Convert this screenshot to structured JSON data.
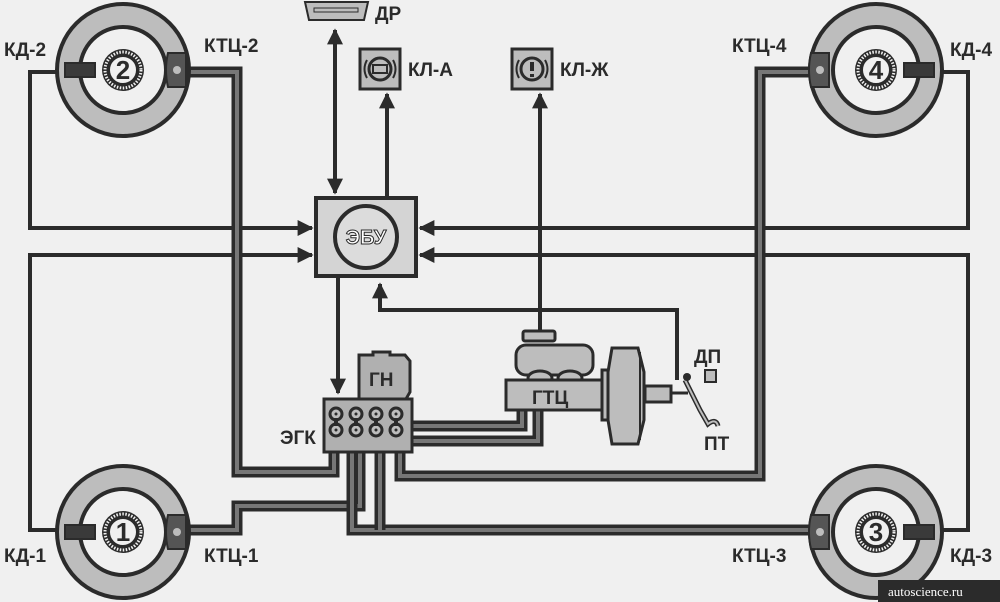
{
  "labels": {
    "kd1": "КД-1",
    "kd2": "КД-2",
    "kd3": "КД-3",
    "kd4": "КД-4",
    "ktc1": "КТЦ-1",
    "ktc2": "КТЦ-2",
    "ktc3": "КТЦ-3",
    "ktc4": "КТЦ-4",
    "dr": "ДР",
    "kla": "КЛ-А",
    "klzh": "КЛ-Ж",
    "ebu": "ЭБУ",
    "gn": "ГН",
    "egk": "ЭГК",
    "gtc": "ГТЦ",
    "dp": "ДП",
    "pt": "ПТ"
  },
  "wheels": [
    "1",
    "2",
    "3",
    "4"
  ],
  "watermark": "autoscience.ru",
  "colors": {
    "background": "#f0f0f0",
    "line": "#2b2b2b",
    "fill": "#bdbdbd",
    "pipe_inner": "#777777"
  }
}
